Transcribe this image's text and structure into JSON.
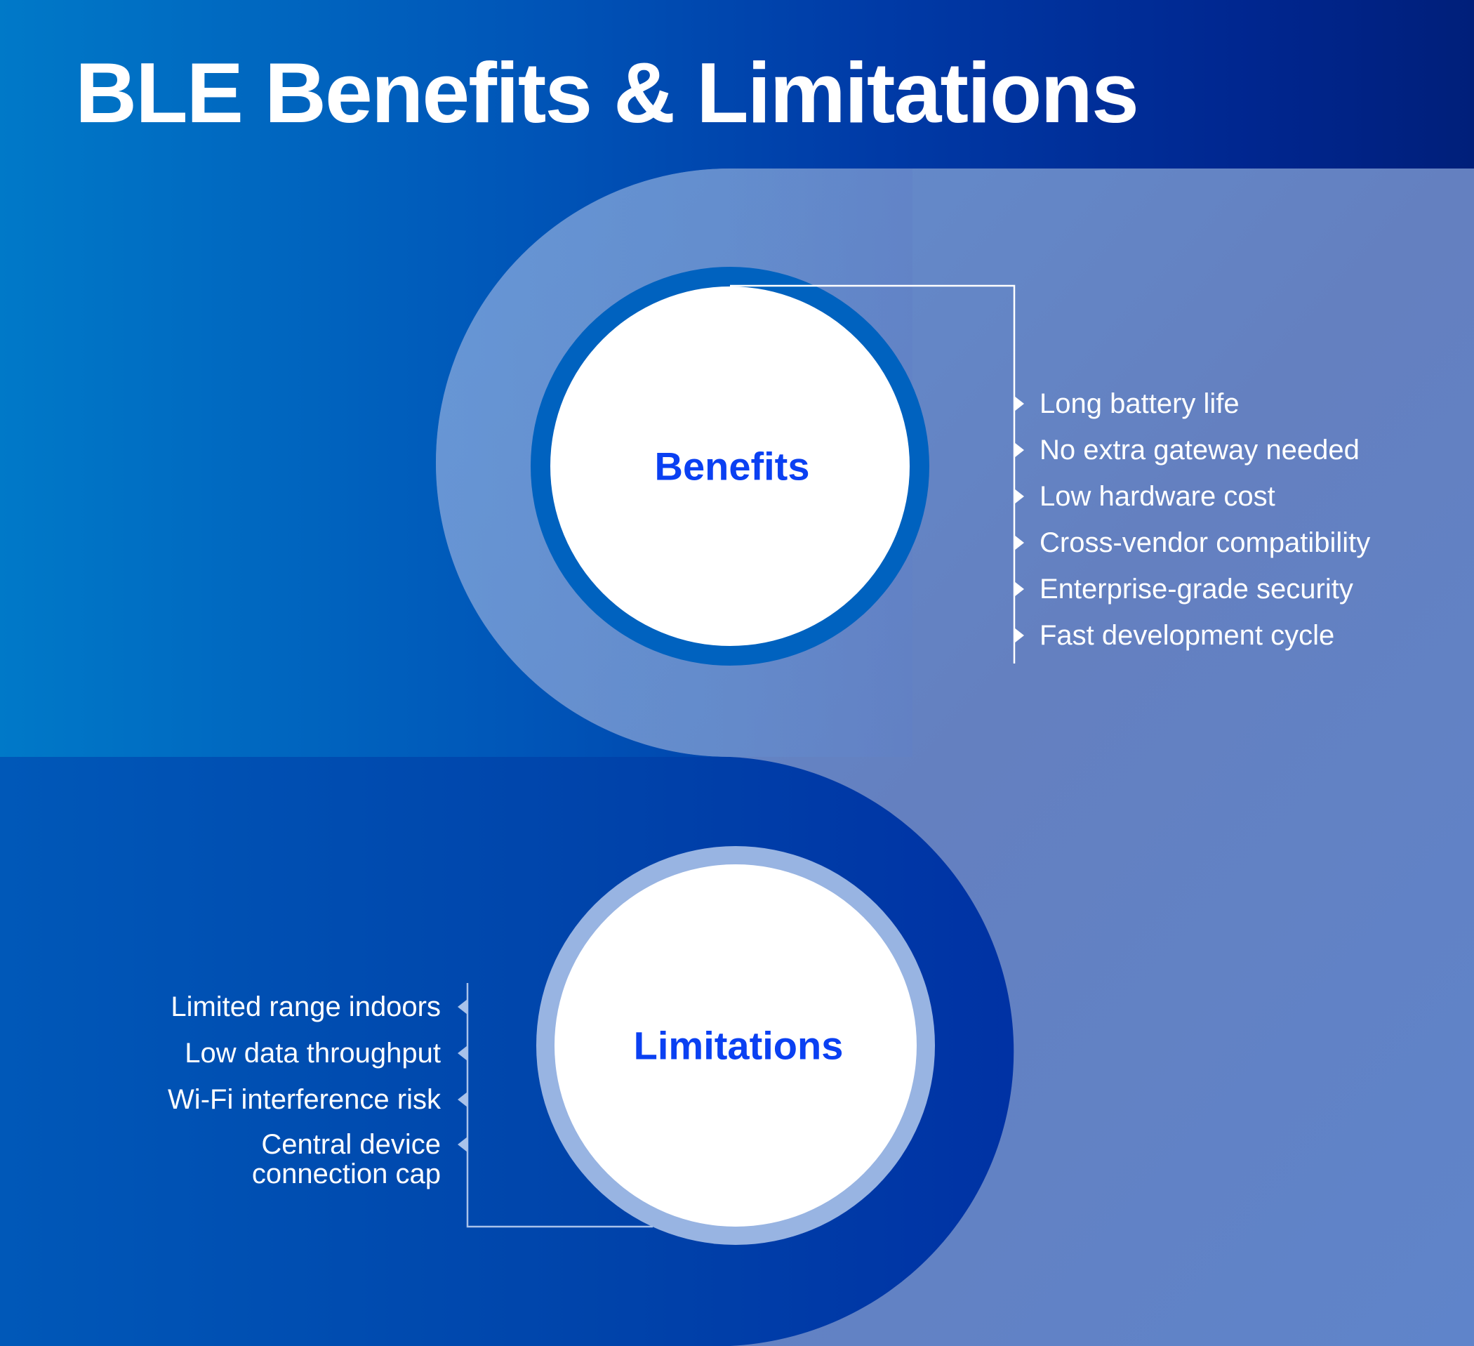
{
  "title": "BLE Benefits & Limitations",
  "colors": {
    "background_left": "#0079c8",
    "background_right": "#001f7a",
    "pale_region": "#6180c6",
    "light_lobe": "#6598d6",
    "benefits_ring": "#0062bf",
    "limitations_ring": "#98b4e2",
    "circle_fill": "#ffffff",
    "circle_label": "#0a40f2",
    "list_text": "#ffffff"
  },
  "benefits": {
    "label": "Benefits",
    "items": [
      "Long battery life",
      "No extra gateway needed",
      "Low hardware cost",
      "Cross-vendor compatibility",
      "Enterprise-grade security",
      "Fast development cycle"
    ]
  },
  "limitations": {
    "label": "Limitations",
    "items": [
      "Limited range indoors",
      "Low data throughput",
      "Wi-Fi interference risk",
      "Central device connection cap"
    ]
  },
  "icons": {
    "benefit_bullet": "triangle-right-icon",
    "limitation_bullet": "triangle-left-icon"
  }
}
